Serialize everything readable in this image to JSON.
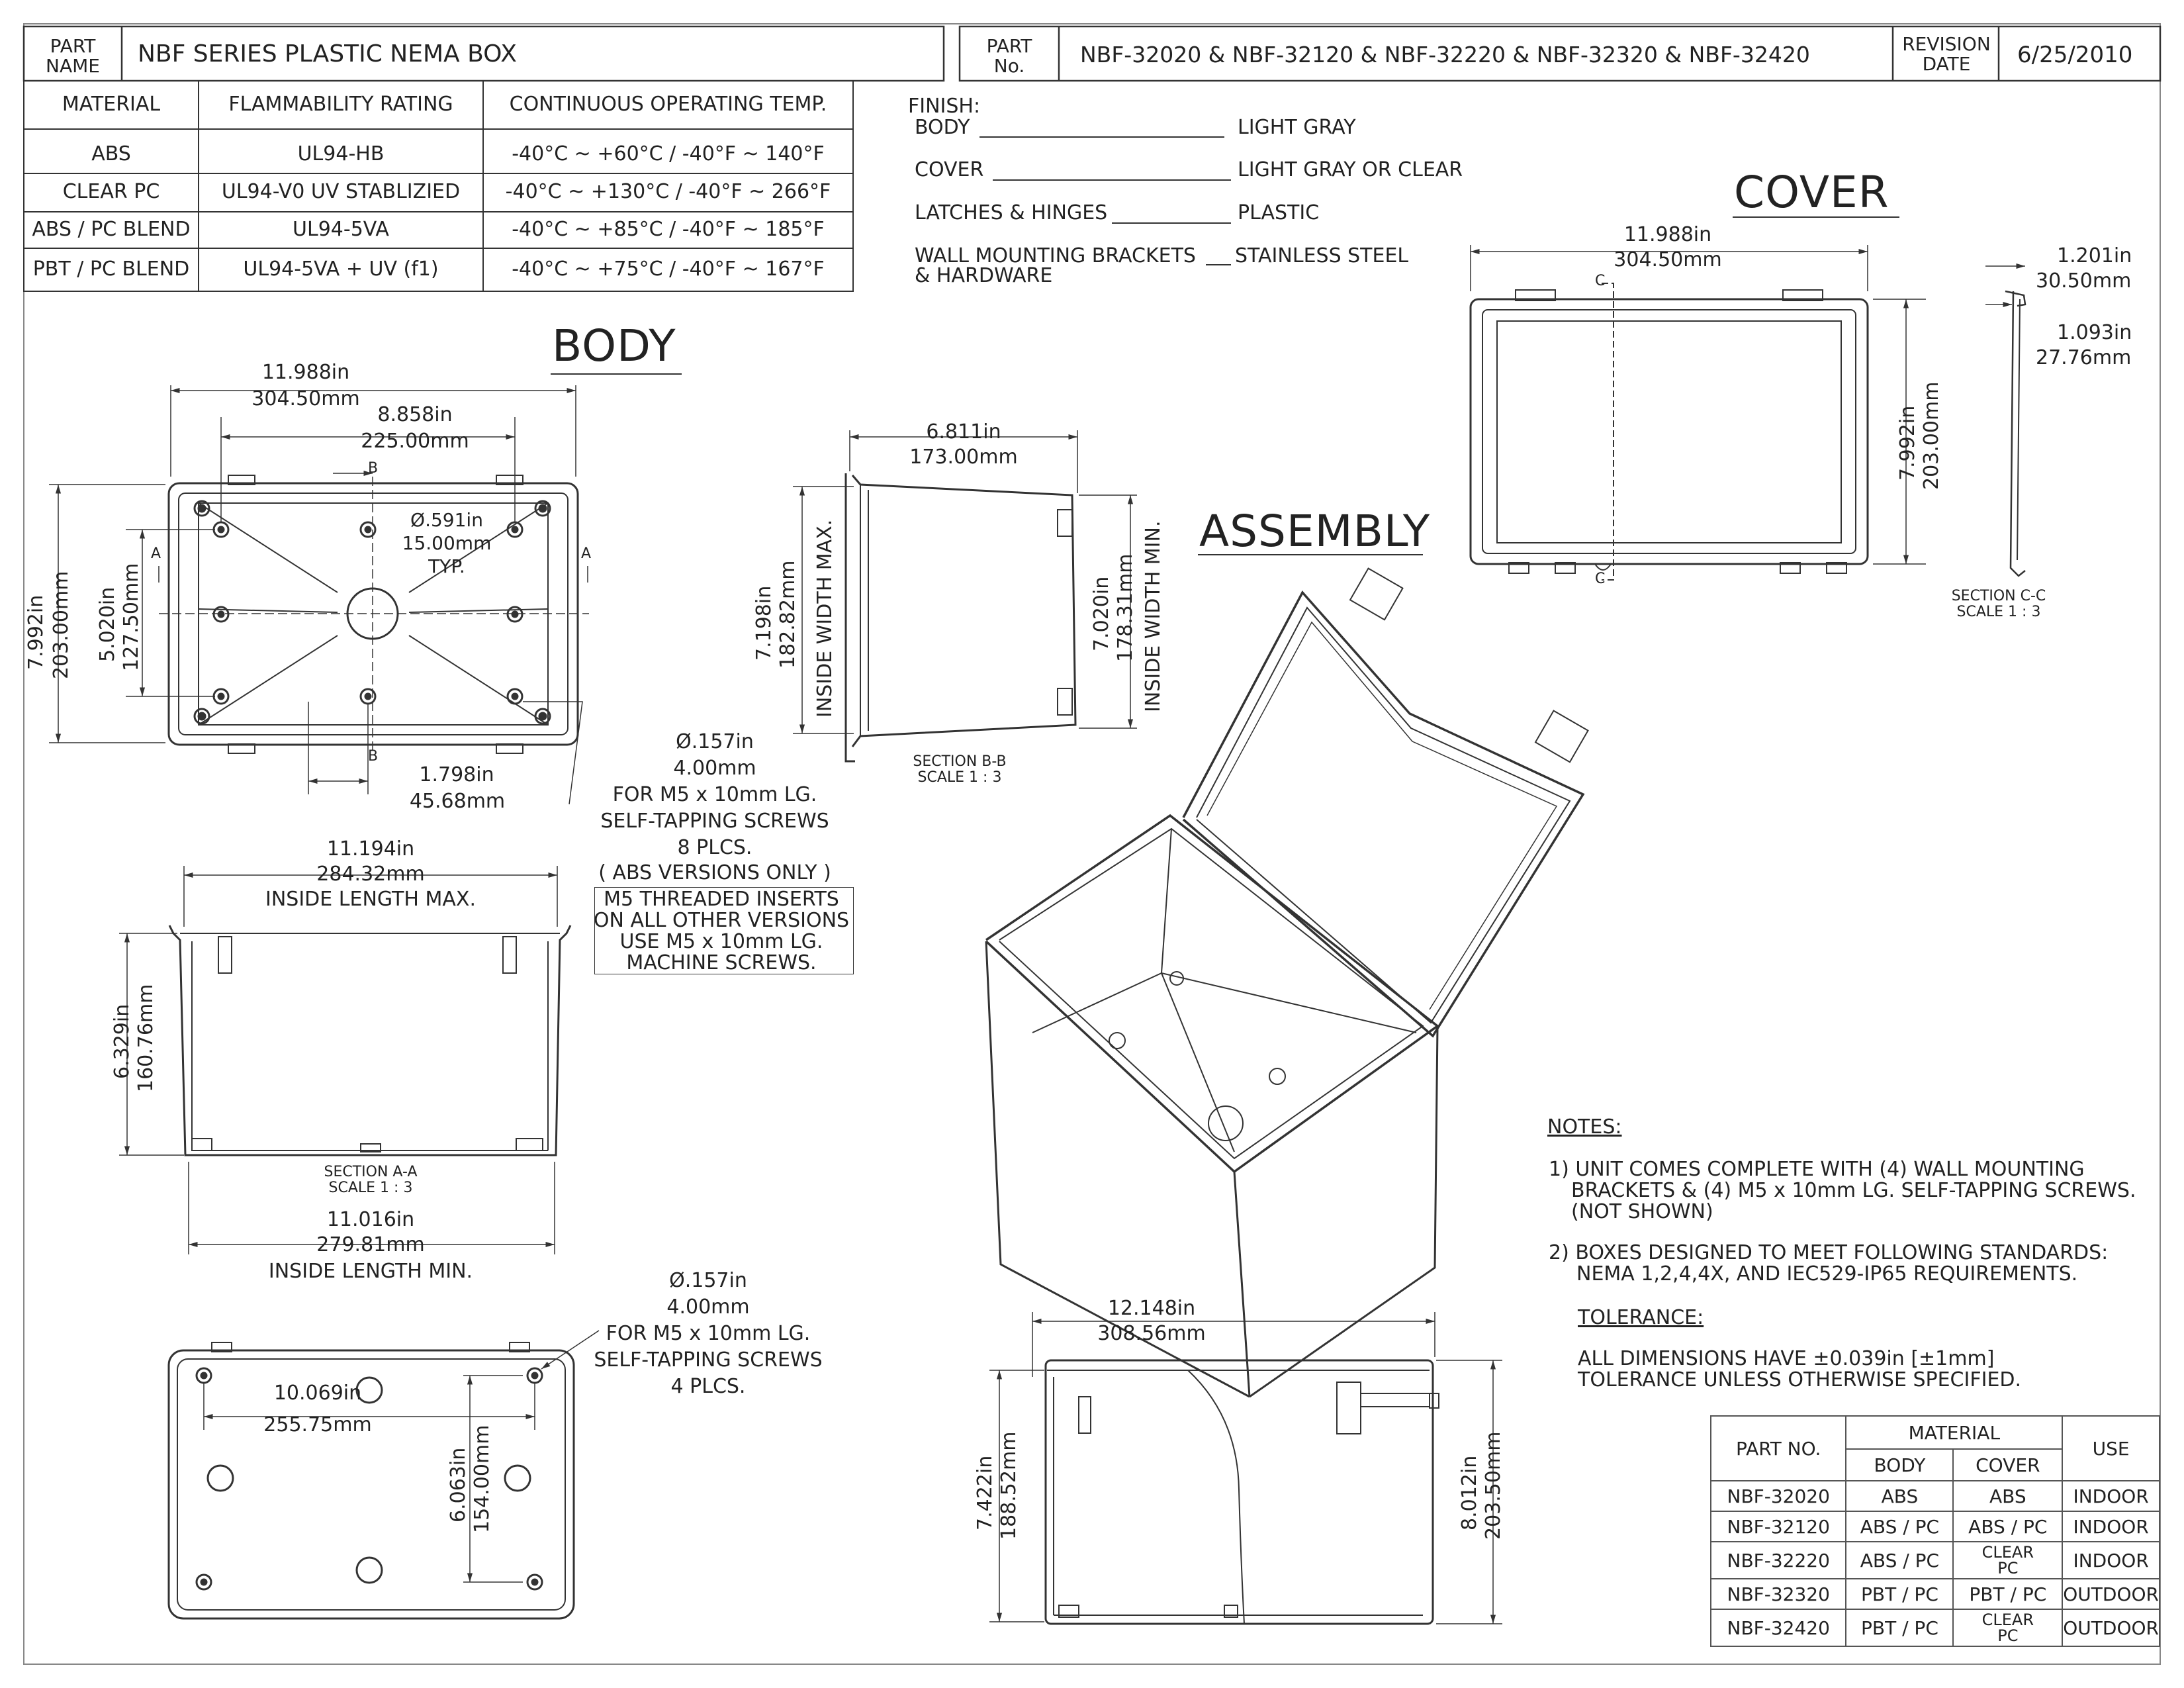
{
  "title_block": {
    "part_name_label": "PART NAME",
    "part_name_value": "NBF SERIES PLASTIC NEMA BOX",
    "part_no_label": "PART No.",
    "part_no_value": "NBF-32020 & NBF-32120 & NBF-32220 & NBF-32320 & NBF-32420",
    "revision_date_label": "REVISION DATE",
    "revision_date_value": "6/25/2010"
  },
  "material_table": {
    "headers": [
      "MATERIAL",
      "FLAMMABILITY RATING",
      "CONTINUOUS OPERATING TEMP."
    ],
    "rows": [
      [
        "ABS",
        "UL94-HB",
        "-40°C ~ +60°C / -40°F ~ 140°F"
      ],
      [
        "CLEAR PC",
        "UL94-V0  UV STABLIZIED",
        "-40°C ~ +130°C / -40°F ~ 266°F"
      ],
      [
        "ABS / PC BLEND",
        "UL94-5VA",
        "-40°C ~ +85°C / -40°F ~ 185°F"
      ],
      [
        "PBT / PC BLEND",
        "UL94-5VA + UV (f1)",
        "-40°C ~ +75°C / -40°F ~ 167°F"
      ]
    ]
  },
  "finish": {
    "heading": "FINISH:",
    "items": [
      {
        "label": "BODY",
        "value": "LIGHT GRAY"
      },
      {
        "label": "COVER",
        "value": "LIGHT GRAY OR CLEAR"
      },
      {
        "label": "LATCHES & HINGES",
        "value": "PLASTIC"
      },
      {
        "label": "WALL MOUNTING BRACKETS",
        "label2": "& HARDWARE",
        "value": "STAINLESS STEEL"
      }
    ]
  },
  "view_titles": {
    "body": "BODY",
    "cover": "COVER",
    "assembly": "ASSEMBLY"
  },
  "dimensions": {
    "body_width": [
      "11.988in",
      "304.50mm"
    ],
    "body_hole_span": [
      "8.858in",
      "225.00mm"
    ],
    "body_height": [
      "7.992in",
      "203.00mm"
    ],
    "body_hole_height": [
      "5.020in",
      "127.50mm"
    ],
    "center_hole": [
      "Ø.591in",
      "15.00mm",
      "TYP."
    ],
    "hole_offset": [
      "1.798in",
      "45.68mm"
    ],
    "screw_hole_8": [
      "Ø.157in",
      "4.00mm",
      "FOR M5 x 10mm LG.",
      "SELF-TAPPING SCREWS",
      "8 PLCS.",
      "( ABS VERSIONS ONLY )"
    ],
    "insert_note": [
      "M5 THREADED INSERTS",
      "ON ALL OTHER VERSIONS",
      "USE M5 x 10mm LG.",
      "MACHINE SCREWS."
    ],
    "b_width": [
      "6.811in",
      "173.00mm"
    ],
    "b_inside_max": [
      "7.198in",
      "182.82mm",
      "INSIDE WIDTH MAX."
    ],
    "b_inside_min": [
      "7.020in",
      "178.31mm",
      "INSIDE WIDTH MIN."
    ],
    "a_inside_max": [
      "11.194in",
      "284.32mm",
      "INSIDE LENGTH MAX."
    ],
    "a_depth": [
      "6.329in",
      "160.76mm"
    ],
    "a_inside_min": [
      "11.016in",
      "279.81mm",
      "INSIDE LENGTH MIN."
    ],
    "bottom_span": [
      "10.069in",
      "255.75mm"
    ],
    "bottom_height": [
      "6.063in",
      "154.00mm"
    ],
    "screw_hole_4": [
      "Ø.157in",
      "4.00mm",
      "FOR M5 x 10mm LG.",
      "SELF-TAPPING SCREWS",
      "4 PLCS."
    ],
    "cover_width": [
      "11.988in",
      "304.50mm"
    ],
    "cover_height": [
      "7.992in",
      "203.00mm"
    ],
    "cover_depth1": [
      "1.201in",
      "30.50mm"
    ],
    "cover_depth2": [
      "1.093in",
      "27.76mm"
    ],
    "side_width": [
      "12.148in",
      "308.56mm"
    ],
    "side_height1": [
      "7.422in",
      "188.52mm"
    ],
    "side_height2": [
      "8.012in",
      "203.50mm"
    ]
  },
  "section_labels": {
    "bb": [
      "SECTION B-B",
      "SCALE 1 : 3"
    ],
    "aa": [
      "SECTION A-A",
      "SCALE 1 : 3"
    ],
    "cc": [
      "SECTION C-C",
      "SCALE 1 : 3"
    ],
    "letter_a": "A",
    "letter_b": "B",
    "letter_c": "C"
  },
  "notes": {
    "heading": "NOTES:",
    "note1": [
      "1) UNIT COMES COMPLETE WITH (4) WALL MOUNTING",
      "BRACKETS & (4) M5 x 10mm LG. SELF-TAPPING SCREWS.",
      "(NOT SHOWN)"
    ],
    "note2": [
      "2) BOXES DESIGNED TO MEET FOLLOWING STANDARDS:",
      "NEMA 1,2,4,4X, AND IEC529-IP65 REQUIREMENTS."
    ],
    "tolerance_heading": "TOLERANCE:",
    "tolerance": [
      "ALL DIMENSIONS HAVE ±0.039in [±1mm]",
      "TOLERANCE UNLESS OTHERWISE SPECIFIED."
    ]
  },
  "parts_table": {
    "part_no": "PART NO.",
    "material": "MATERIAL",
    "body": "BODY",
    "cover": "COVER",
    "use": "USE",
    "rows": [
      [
        "NBF-32020",
        "ABS",
        "ABS",
        "INDOOR"
      ],
      [
        "NBF-32120",
        "ABS / PC",
        "ABS / PC",
        "INDOOR"
      ],
      [
        "NBF-32220",
        "ABS / PC",
        "CLEAR PC",
        "INDOOR"
      ],
      [
        "NBF-32320",
        "PBT / PC",
        "PBT / PC",
        "OUTDOOR"
      ],
      [
        "NBF-32420",
        "PBT / PC",
        "CLEAR PC",
        "OUTDOOR"
      ]
    ]
  }
}
